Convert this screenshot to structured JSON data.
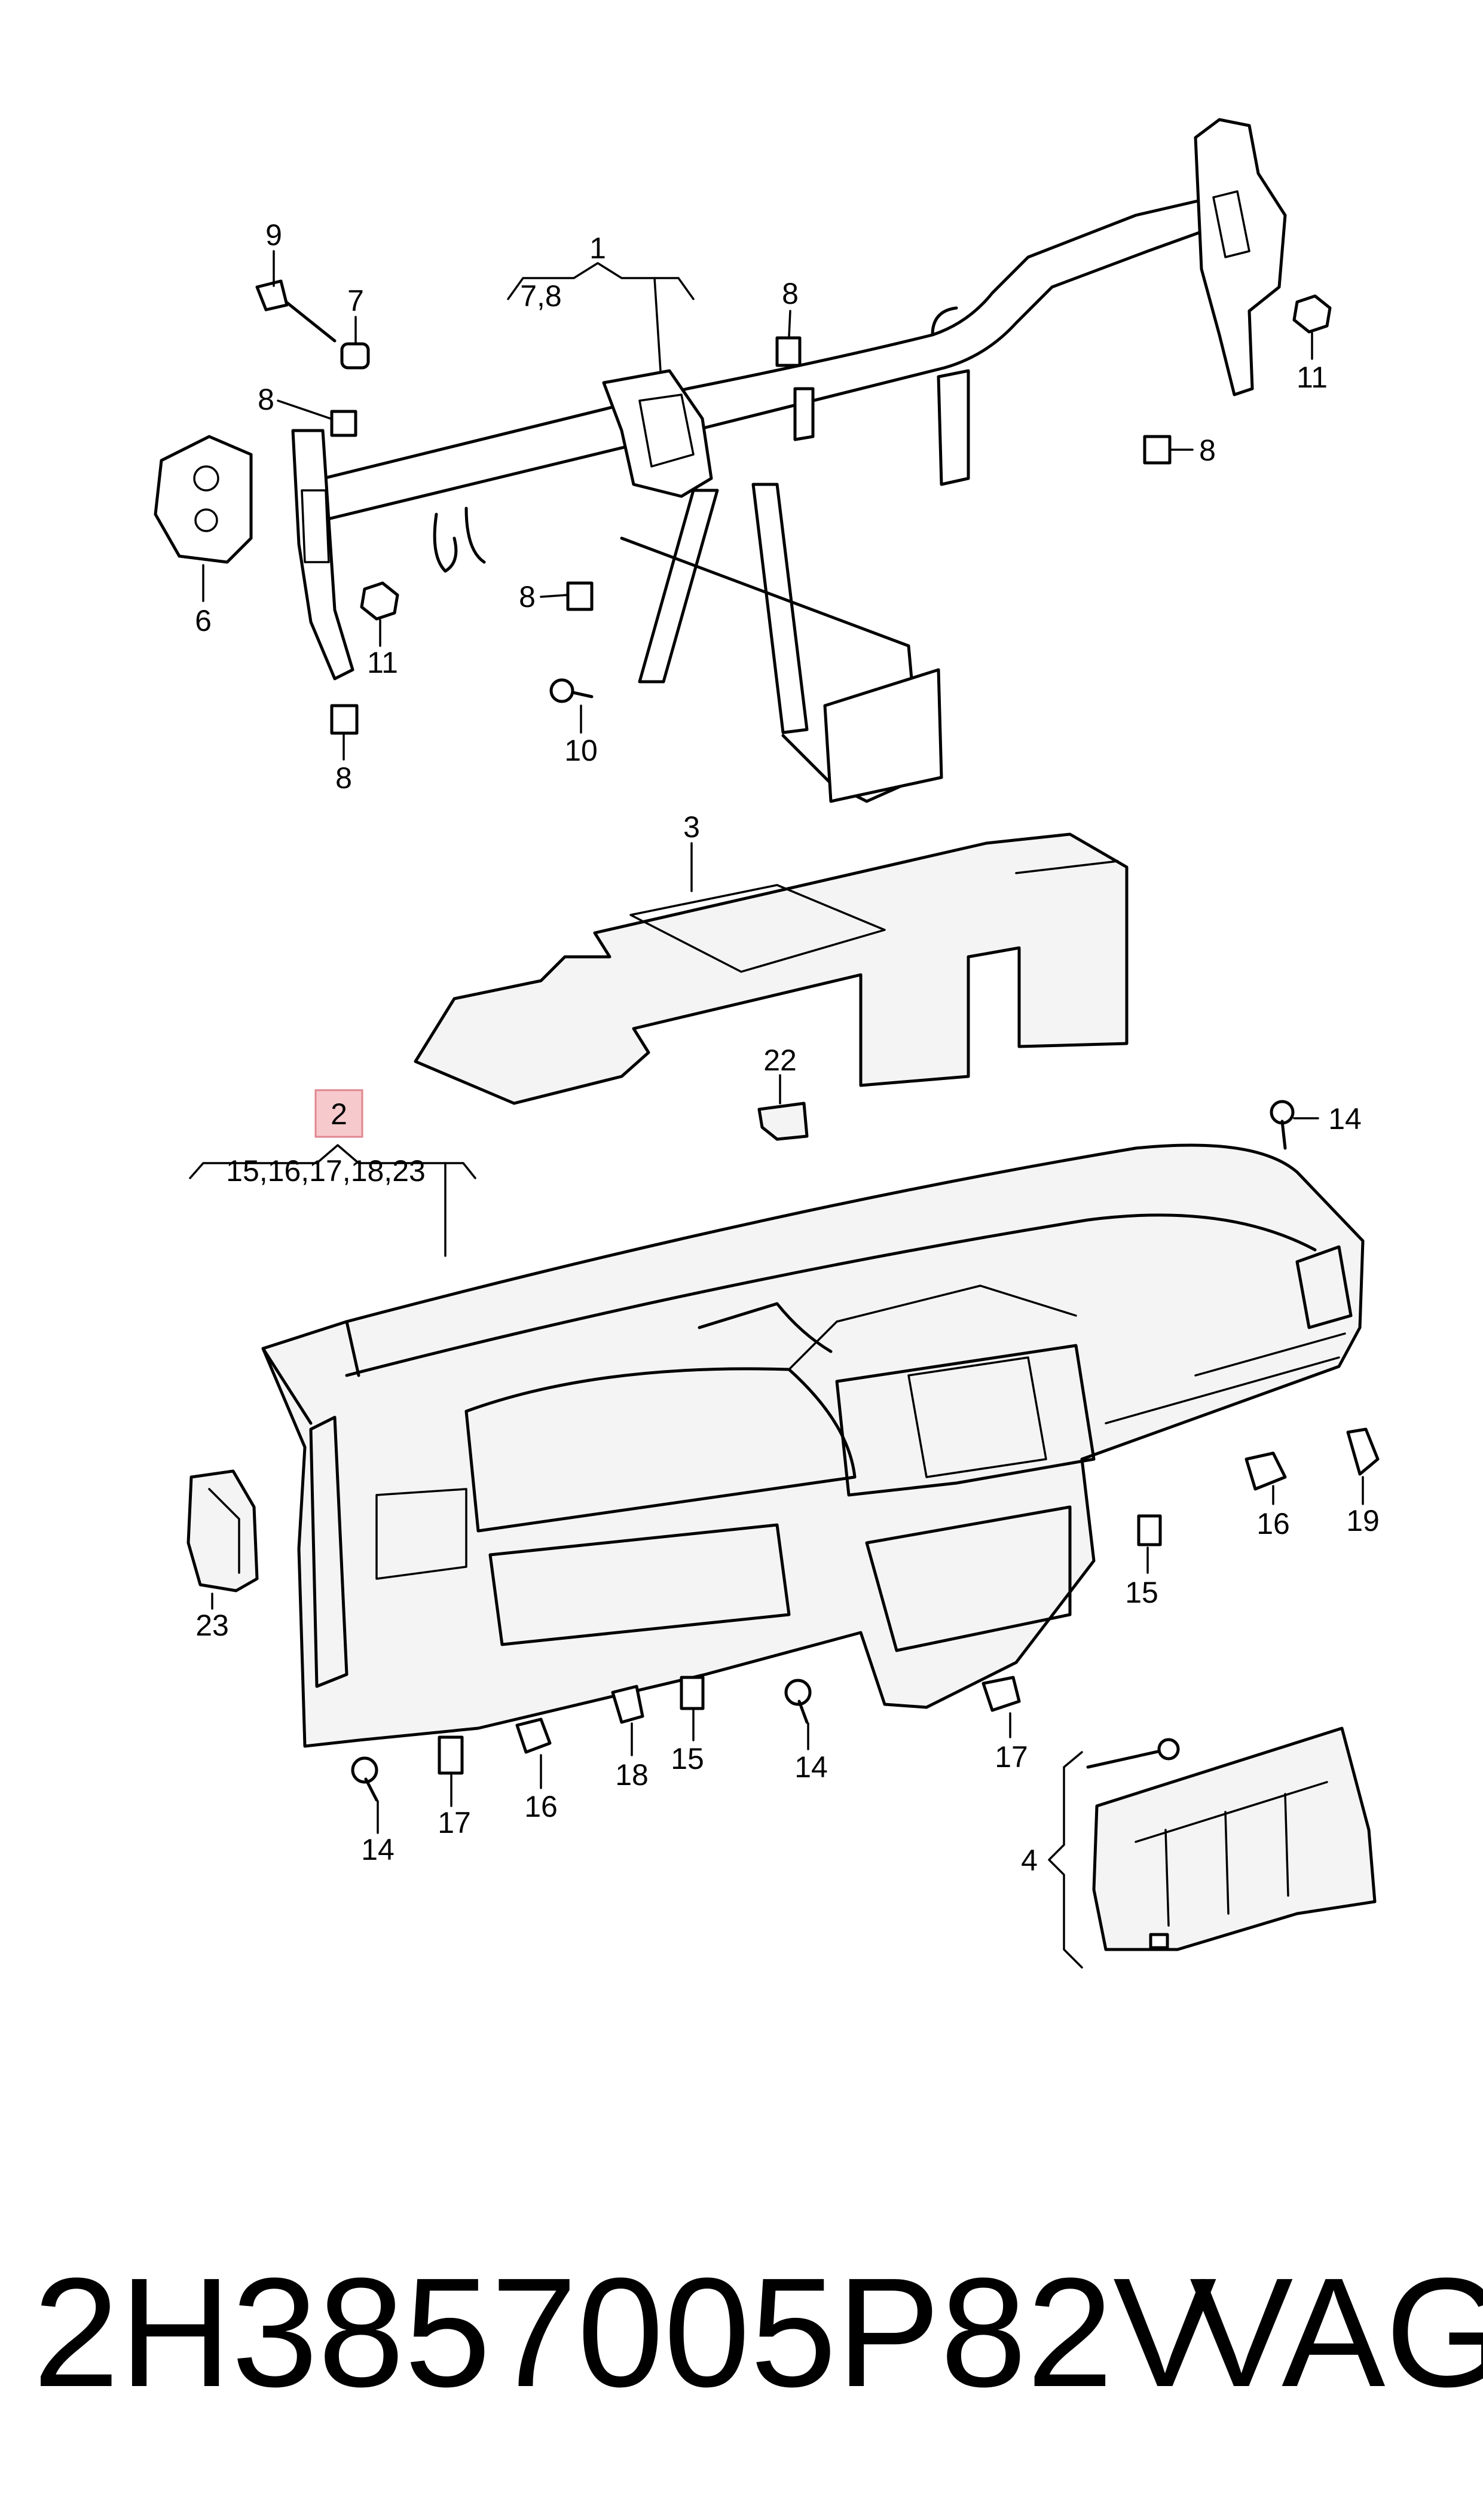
{
  "diagram": {
    "callouts": {
      "p1": "1",
      "p1_sub": "7,8",
      "p2": "2",
      "p2_sub": "15,16,17,18,23",
      "p3": "3",
      "p4": "4",
      "p6": "6",
      "p7": "7",
      "p8a": "8",
      "p8b": "8",
      "p8c": "8",
      "p8d": "8",
      "p8e": "8",
      "p9": "9",
      "p10": "10",
      "p11a": "11",
      "p11b": "11",
      "p14a": "14",
      "p14b": "14",
      "p14c": "14",
      "p15a": "15",
      "p15b": "15",
      "p16a": "16",
      "p16b": "16",
      "p17a": "17",
      "p17b": "17",
      "p18": "18",
      "p19": "19",
      "p22": "22",
      "p23": "23"
    },
    "highlight_color": "#f6c9cd",
    "highlight_border": "#e0868e"
  },
  "footer": {
    "part_number": "2H3857005P82V",
    "brand": "VAG"
  }
}
